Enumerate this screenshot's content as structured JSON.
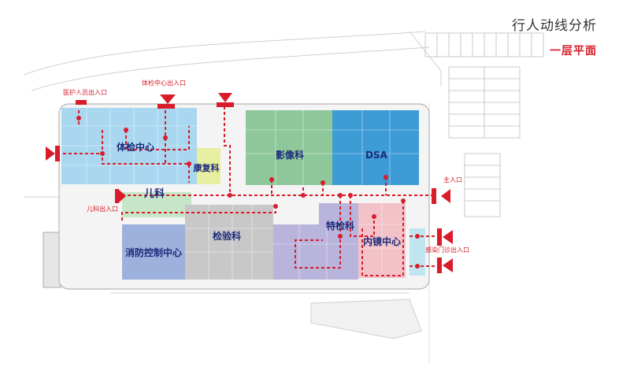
{
  "header": {
    "title": "行人动线分析",
    "subtitle": "一层平面"
  },
  "departments": {
    "tijian": "体检中心",
    "kangfu": "康复科",
    "yingxiang": "影像科",
    "dsa": "DSA",
    "erke": "儿科",
    "jianyan": "检验科",
    "tejian": "特检科",
    "xiaofang": "消防控制中心",
    "neijing": "内镜中心"
  },
  "entrances": {
    "staff": "医护人员出入口",
    "checkup": "体检中心出入口",
    "main": "主入口",
    "pediatric": "儿科出入口",
    "infection": "感染门诊出入口"
  },
  "colors": {
    "route": "#d81c2a",
    "checkup_zone": "#a9d7f0",
    "imaging_zone": "#8ec79a",
    "dsa_zone": "#3d9bd6",
    "rehab_zone": "#e7eea0",
    "pediatric_zone": "#c6e6c8",
    "lab_zone": "#c8c8c8",
    "special_zone": "#b9b4dc",
    "fire_zone": "#9eb0dc",
    "endoscopy_zone": "#f2c2c8"
  }
}
